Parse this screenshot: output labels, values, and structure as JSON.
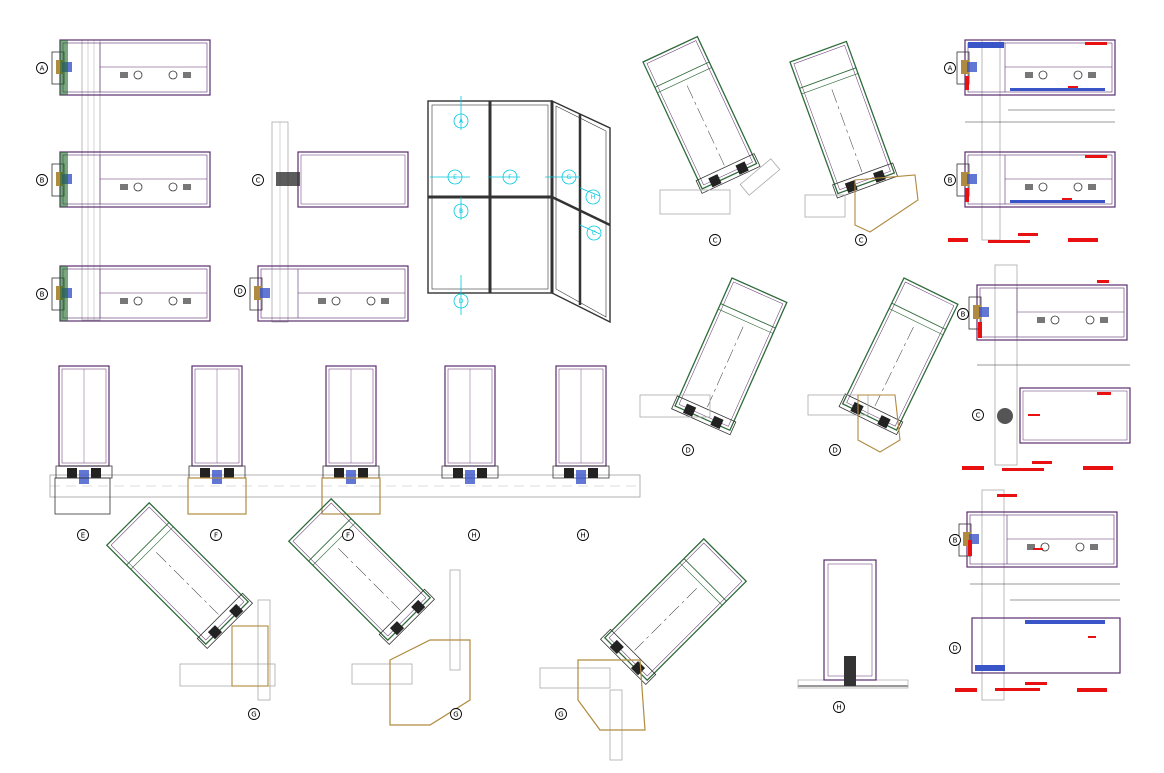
{
  "palette": {
    "frame": "#5b2d6e",
    "glass": "#aaaaaa",
    "mullion": "#2a2a2a",
    "seal": "#b08a3e",
    "gasket": "#3a55c8",
    "markup": "#e81010",
    "grid": "#00c8e0"
  },
  "markers": {
    "A": "A",
    "B": "B",
    "C": "C",
    "D": "D",
    "E": "E",
    "F": "F",
    "G": "G",
    "H": "H"
  }
}
